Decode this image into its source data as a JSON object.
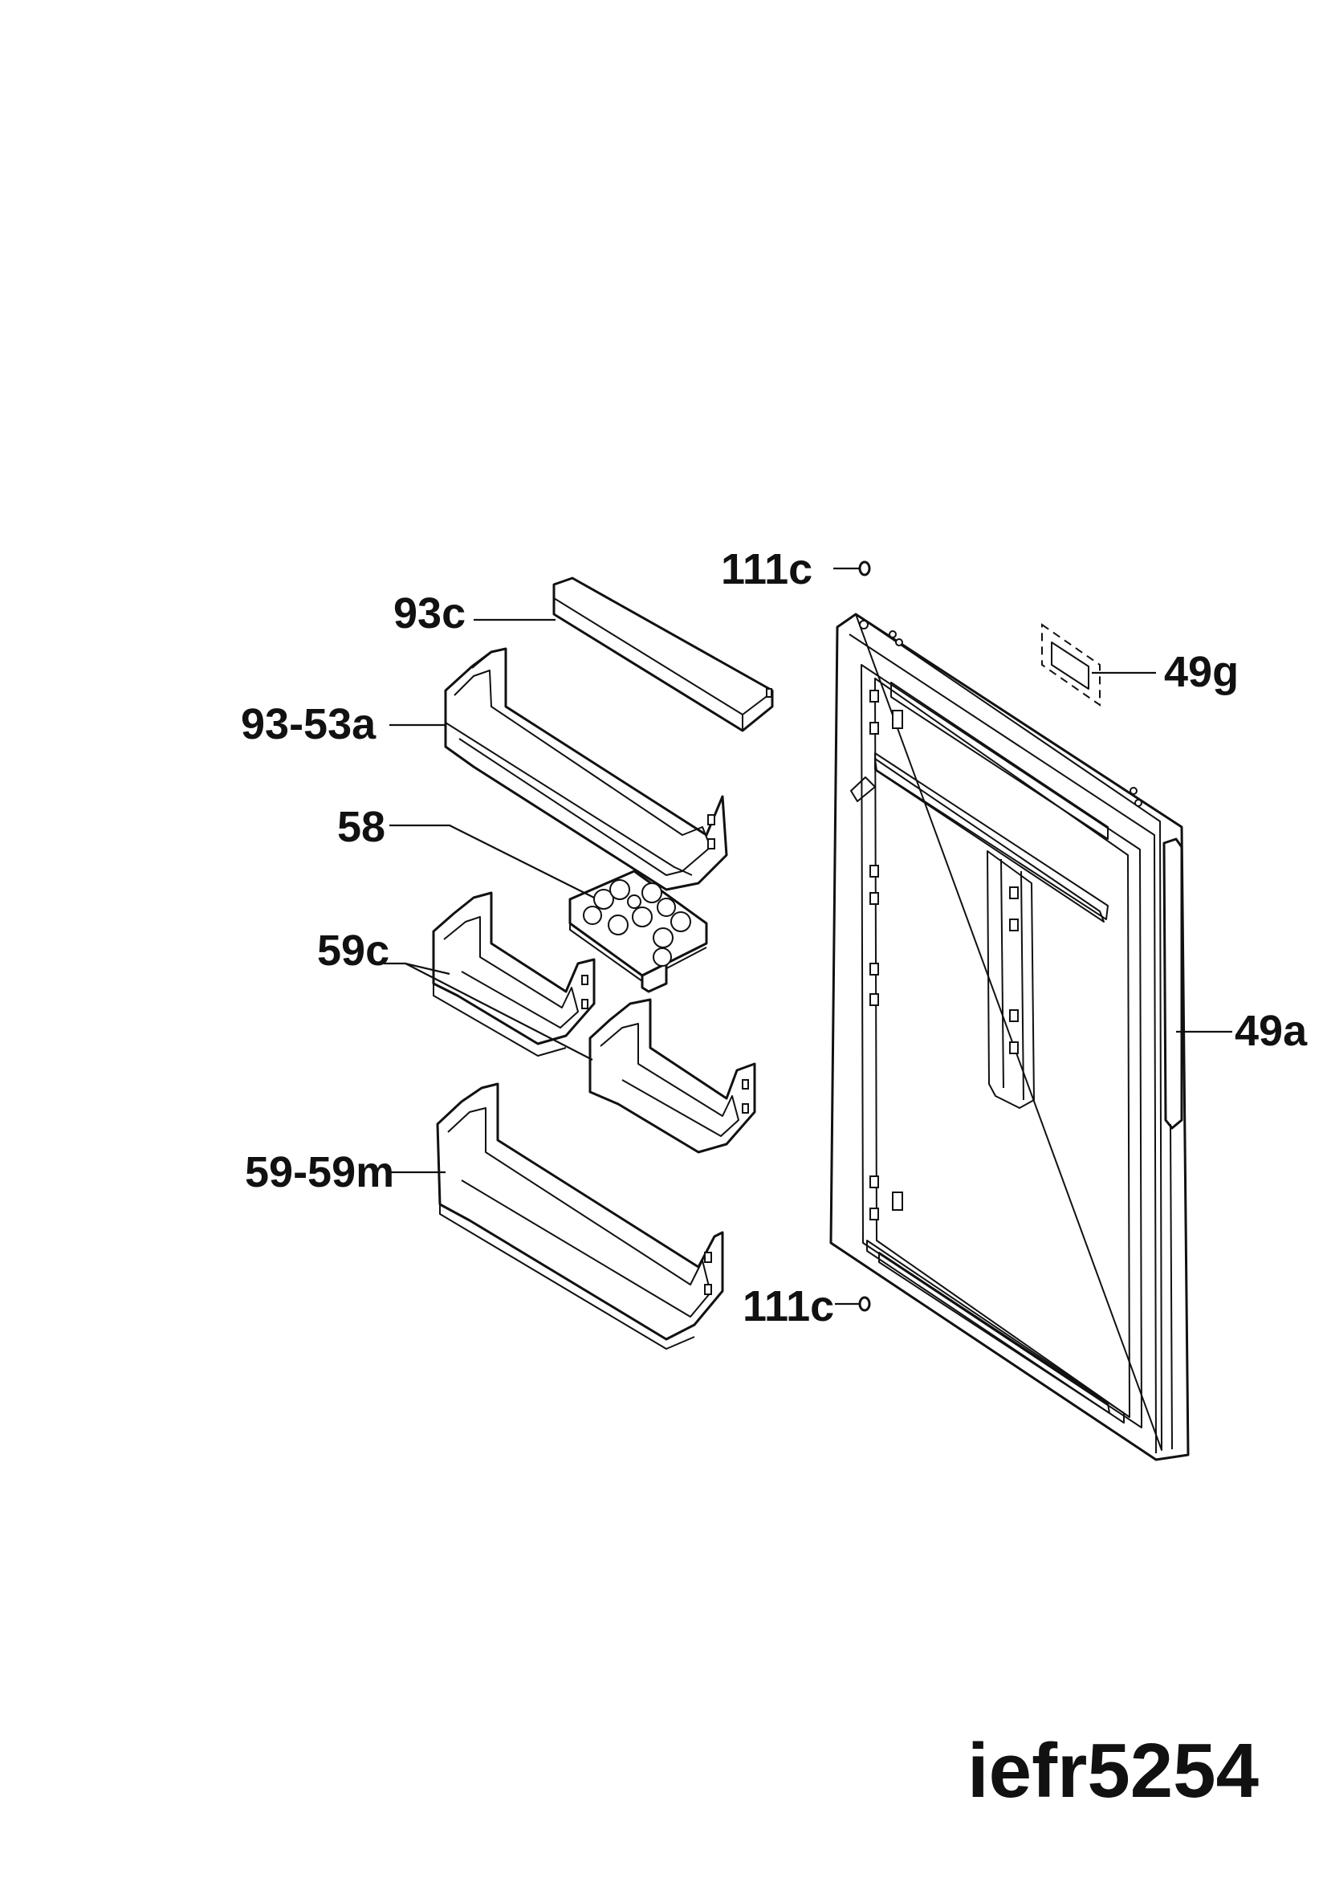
{
  "labels": {
    "screw_top": "111c",
    "lid": "93c",
    "label_sticker": "49g",
    "upper_shelf": "93-53a",
    "egg_tray": "58",
    "small_shelves": "59c",
    "door_gasket": "49a",
    "lower_shelf": "59-59m",
    "screw_bottom": "111c"
  },
  "model_code": "iefr5254"
}
